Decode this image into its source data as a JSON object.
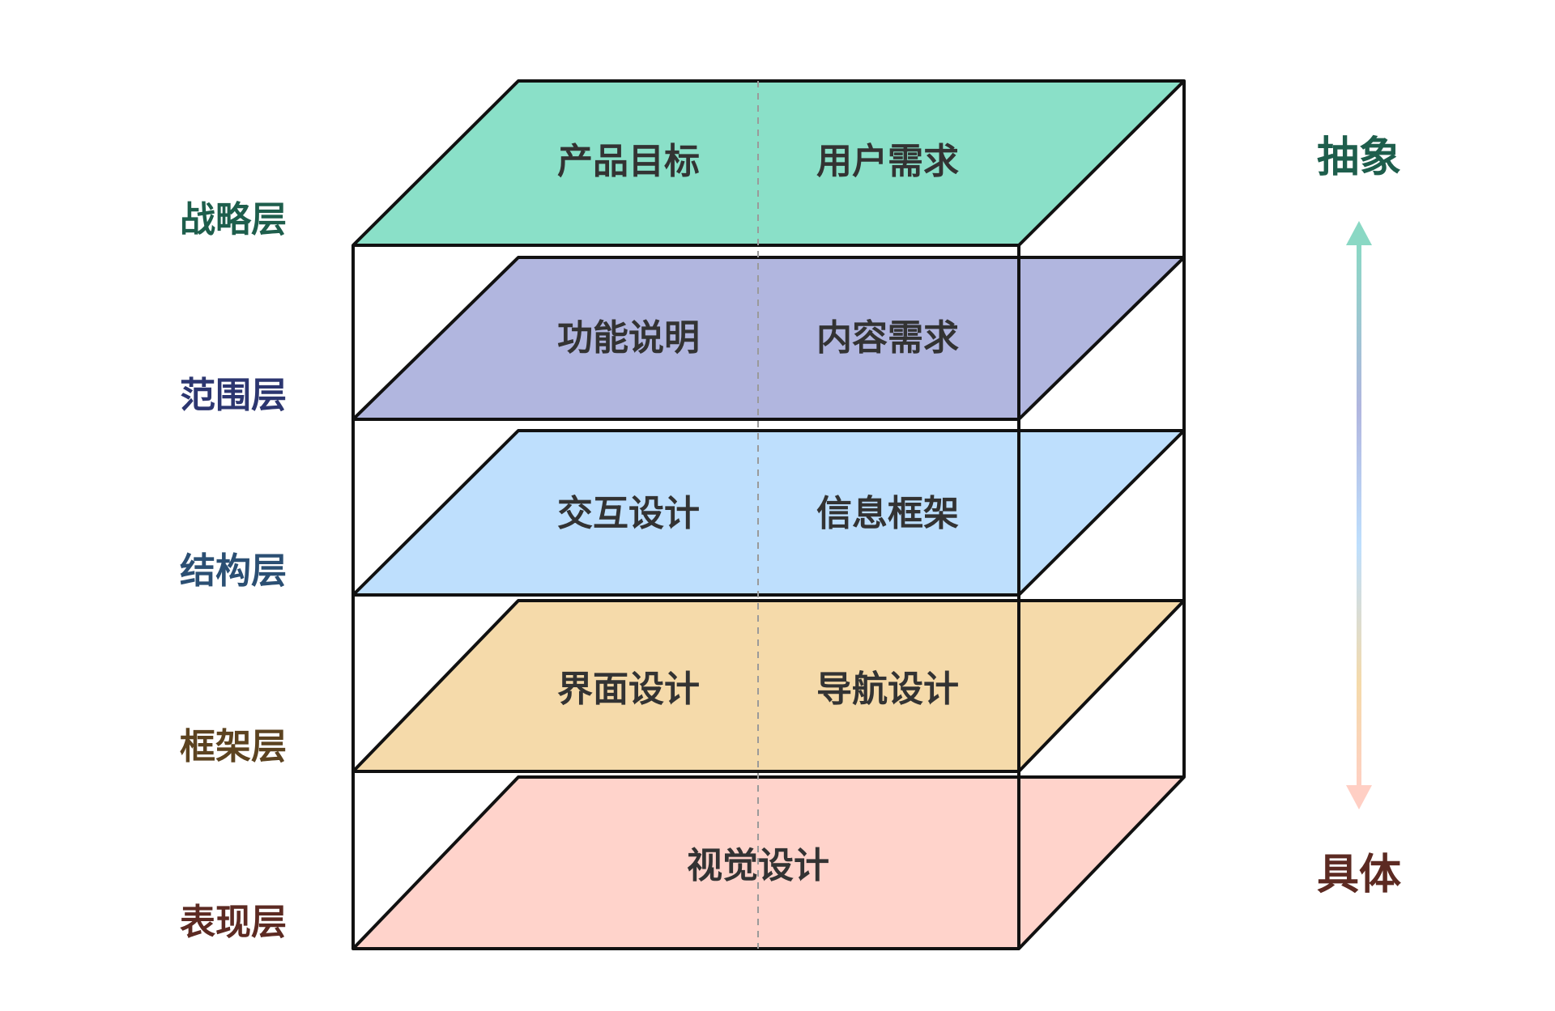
{
  "layers": [
    {
      "label": "战略层",
      "items": [
        "产品目标",
        "用户需求"
      ],
      "fill": "#8AE0C8",
      "label_color": "#1E5E4C"
    },
    {
      "label": "范围层",
      "items": [
        "功能说明",
        "内容需求"
      ],
      "fill": "#B1B6DF",
      "label_color": "#2C3670"
    },
    {
      "label": "结构层",
      "items": [
        "交互设计",
        "信息框架"
      ],
      "fill": "#BEDFFD",
      "label_color": "#2B4F73"
    },
    {
      "label": "框架层",
      "items": [
        "界面设计",
        "导航设计"
      ],
      "fill": "#F5DAAA",
      "label_color": "#5C4320"
    },
    {
      "label": "表现层",
      "items": [
        "视觉设计"
      ],
      "fill": "#FFD3CB",
      "label_color": "#5C2A22"
    }
  ],
  "axis": {
    "top_label": "抽象",
    "bottom_label": "具体",
    "top_color": "#1E5E4C",
    "bottom_color": "#5C2A22",
    "gradient": [
      "#8AD8C4",
      "#B1B6DF",
      "#BEDFFD",
      "#F5DAAA",
      "#FFCFC4"
    ]
  }
}
